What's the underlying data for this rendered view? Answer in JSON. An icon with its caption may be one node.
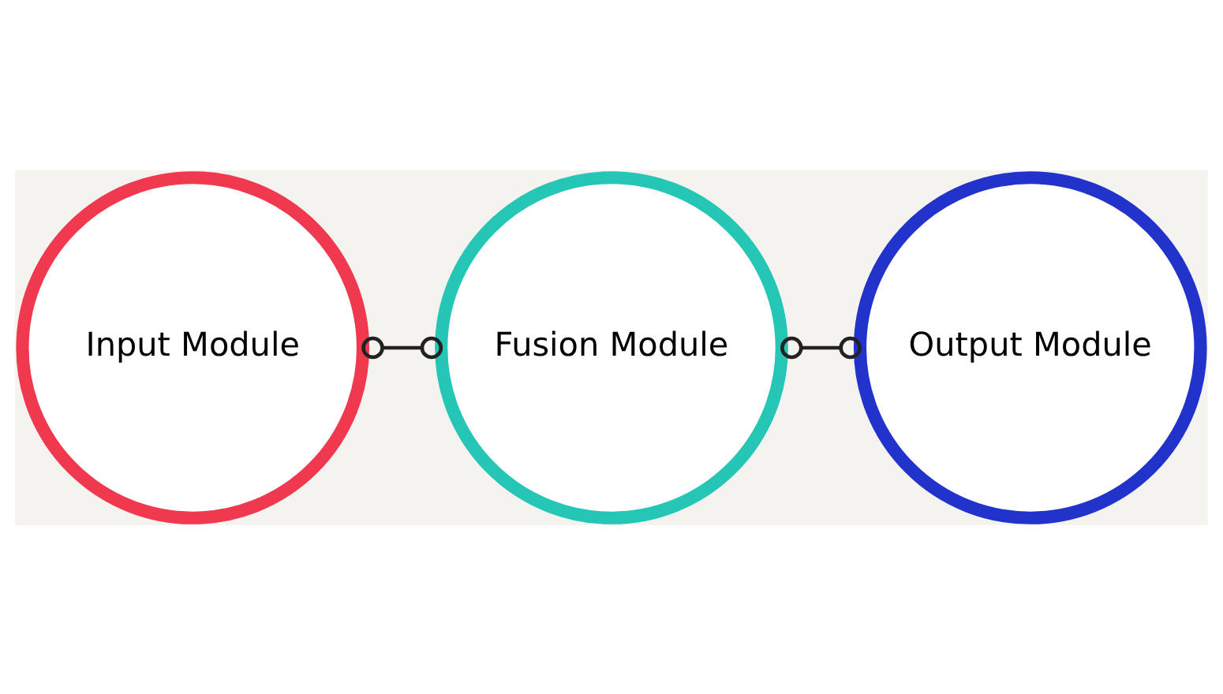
{
  "diagram": {
    "nodes": [
      {
        "text": [
          "Input Module"
        ]
      },
      {
        "text": [
          "Fusion Module"
        ]
      },
      {
        "text": [
          "Output Module"
        ]
      }
    ],
    "edges": [
      {
        "from": 0,
        "to": 1,
        "arrow": "other"
      },
      {
        "from": 1,
        "to": 2,
        "arrow": "other"
      }
    ]
  }
}
